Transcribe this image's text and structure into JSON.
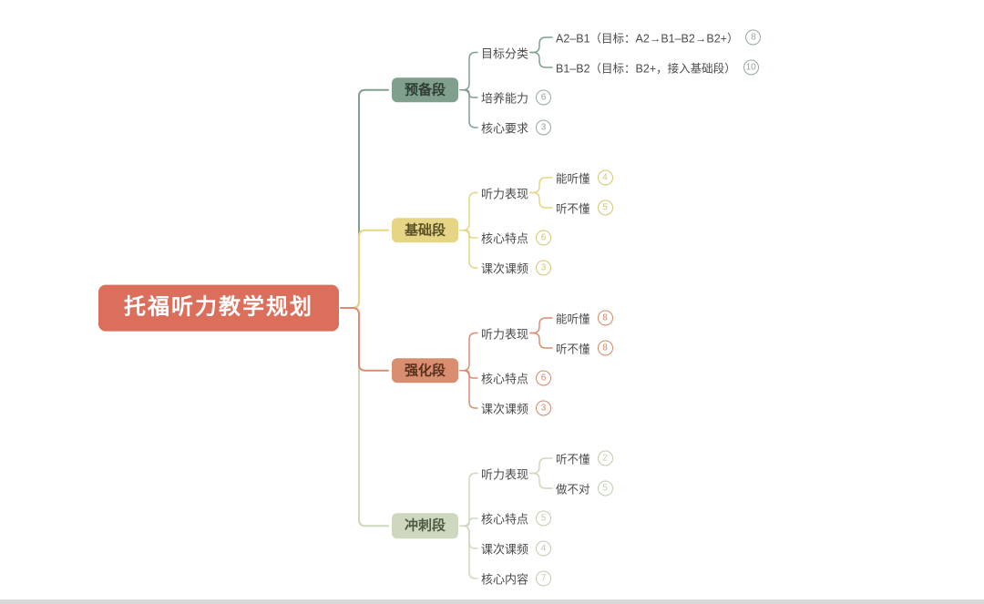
{
  "canvas": {
    "background": "#ffffff",
    "bottom_edge_color": "#d8d8d8"
  },
  "mindmap": {
    "root": {
      "label": "托福听力教学规划",
      "color": "#dc6e5c",
      "text_color": "#ffffff",
      "children": [
        {
          "label": "预备段",
          "color": "#80a08d",
          "text_color": "#2f3d34",
          "badge_color": "#96a69b",
          "children": [
            {
              "label": "目标分类",
              "children": [
                {
                  "label": "A2–B1（目标：A2→B1–B2→B2+）",
                  "badge": "8"
                },
                {
                  "label": "B1–B2（目标：B2+，接入基础段）",
                  "badge": "10"
                }
              ]
            },
            {
              "label": "培养能力",
              "badge": "6"
            },
            {
              "label": "核心要求",
              "badge": "3"
            }
          ]
        },
        {
          "label": "基础段",
          "color": "#e5d584",
          "text_color": "#5a5128",
          "badge_color": "#d6c573",
          "children": [
            {
              "label": "听力表现",
              "children": [
                {
                  "label": "能听懂",
                  "badge": "4"
                },
                {
                  "label": "听不懂",
                  "badge": "5"
                }
              ]
            },
            {
              "label": "核心特点",
              "badge": "6"
            },
            {
              "label": "课次课频",
              "badge": "3"
            }
          ]
        },
        {
          "label": "强化段",
          "color": "#d88e6f",
          "text_color": "#59311f",
          "badge_color": "#cf8a69",
          "children": [
            {
              "label": "听力表现",
              "children": [
                {
                  "label": "能听懂",
                  "badge": "8"
                },
                {
                  "label": "听不懂",
                  "badge": "8"
                }
              ]
            },
            {
              "label": "核心特点",
              "badge": "6"
            },
            {
              "label": "课次课频",
              "badge": "3"
            }
          ]
        },
        {
          "label": "冲刺段",
          "color": "#cdd8bf",
          "text_color": "#4e5a42",
          "badge_color": "#bfcdaf",
          "children": [
            {
              "label": "听力表现",
              "children": [
                {
                  "label": "听不懂",
                  "badge": "2"
                },
                {
                  "label": "做不对",
                  "badge": "5"
                }
              ]
            },
            {
              "label": "核心特点",
              "badge": "5"
            },
            {
              "label": "课次课频",
              "badge": "4"
            },
            {
              "label": "核心内容",
              "badge": "7"
            }
          ]
        }
      ]
    }
  }
}
